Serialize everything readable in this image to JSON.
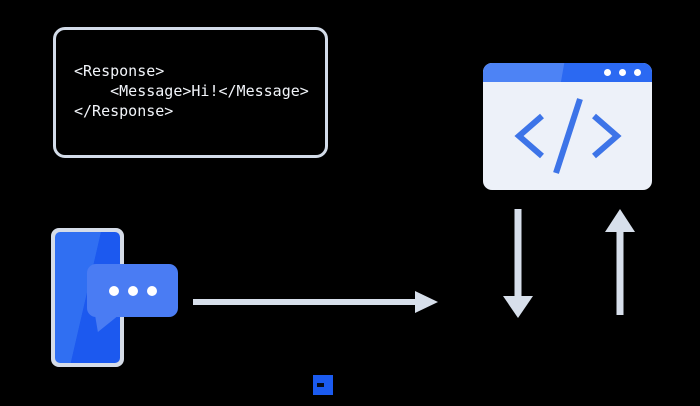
{
  "code_block": {
    "text": "<Response>\n    <Message>Hi!</Message>\n</Response>",
    "lines": [
      "<Response>",
      "    <Message>Hi!</Message>",
      "</Response>"
    ],
    "language": "xml"
  },
  "code_window": {
    "icon": "code-brackets-icon",
    "titlebar_dot_count": 3
  },
  "phone": {
    "icon": "smartphone-icon",
    "bubble_icon": "chat-ellipsis-bubble-icon",
    "bubble_dot_count": 3
  },
  "arrows": [
    {
      "name": "arrow-right-icon",
      "direction": "right"
    },
    {
      "name": "arrow-down-icon",
      "direction": "down"
    },
    {
      "name": "arrow-up-icon",
      "direction": "up"
    }
  ],
  "logo_mark": {
    "icon": "blue-square-logo-mark"
  },
  "colors": {
    "background": "#000000",
    "code_border": "#d3dce9",
    "code_text": "#f2f5fa",
    "titlebar_left": "#4d83f5",
    "titlebar_right": "#2b69f2",
    "window_body": "#edf1f9",
    "glyph_blue": "#3d74e8",
    "phone_border": "#d5dce8",
    "screen_light": "#306ff2",
    "screen_dark": "#1c59ef",
    "bubble_blue": "#4a7cf3",
    "arrow_gray": "#d7dfeb",
    "logo_square": "#1b5bf0"
  }
}
